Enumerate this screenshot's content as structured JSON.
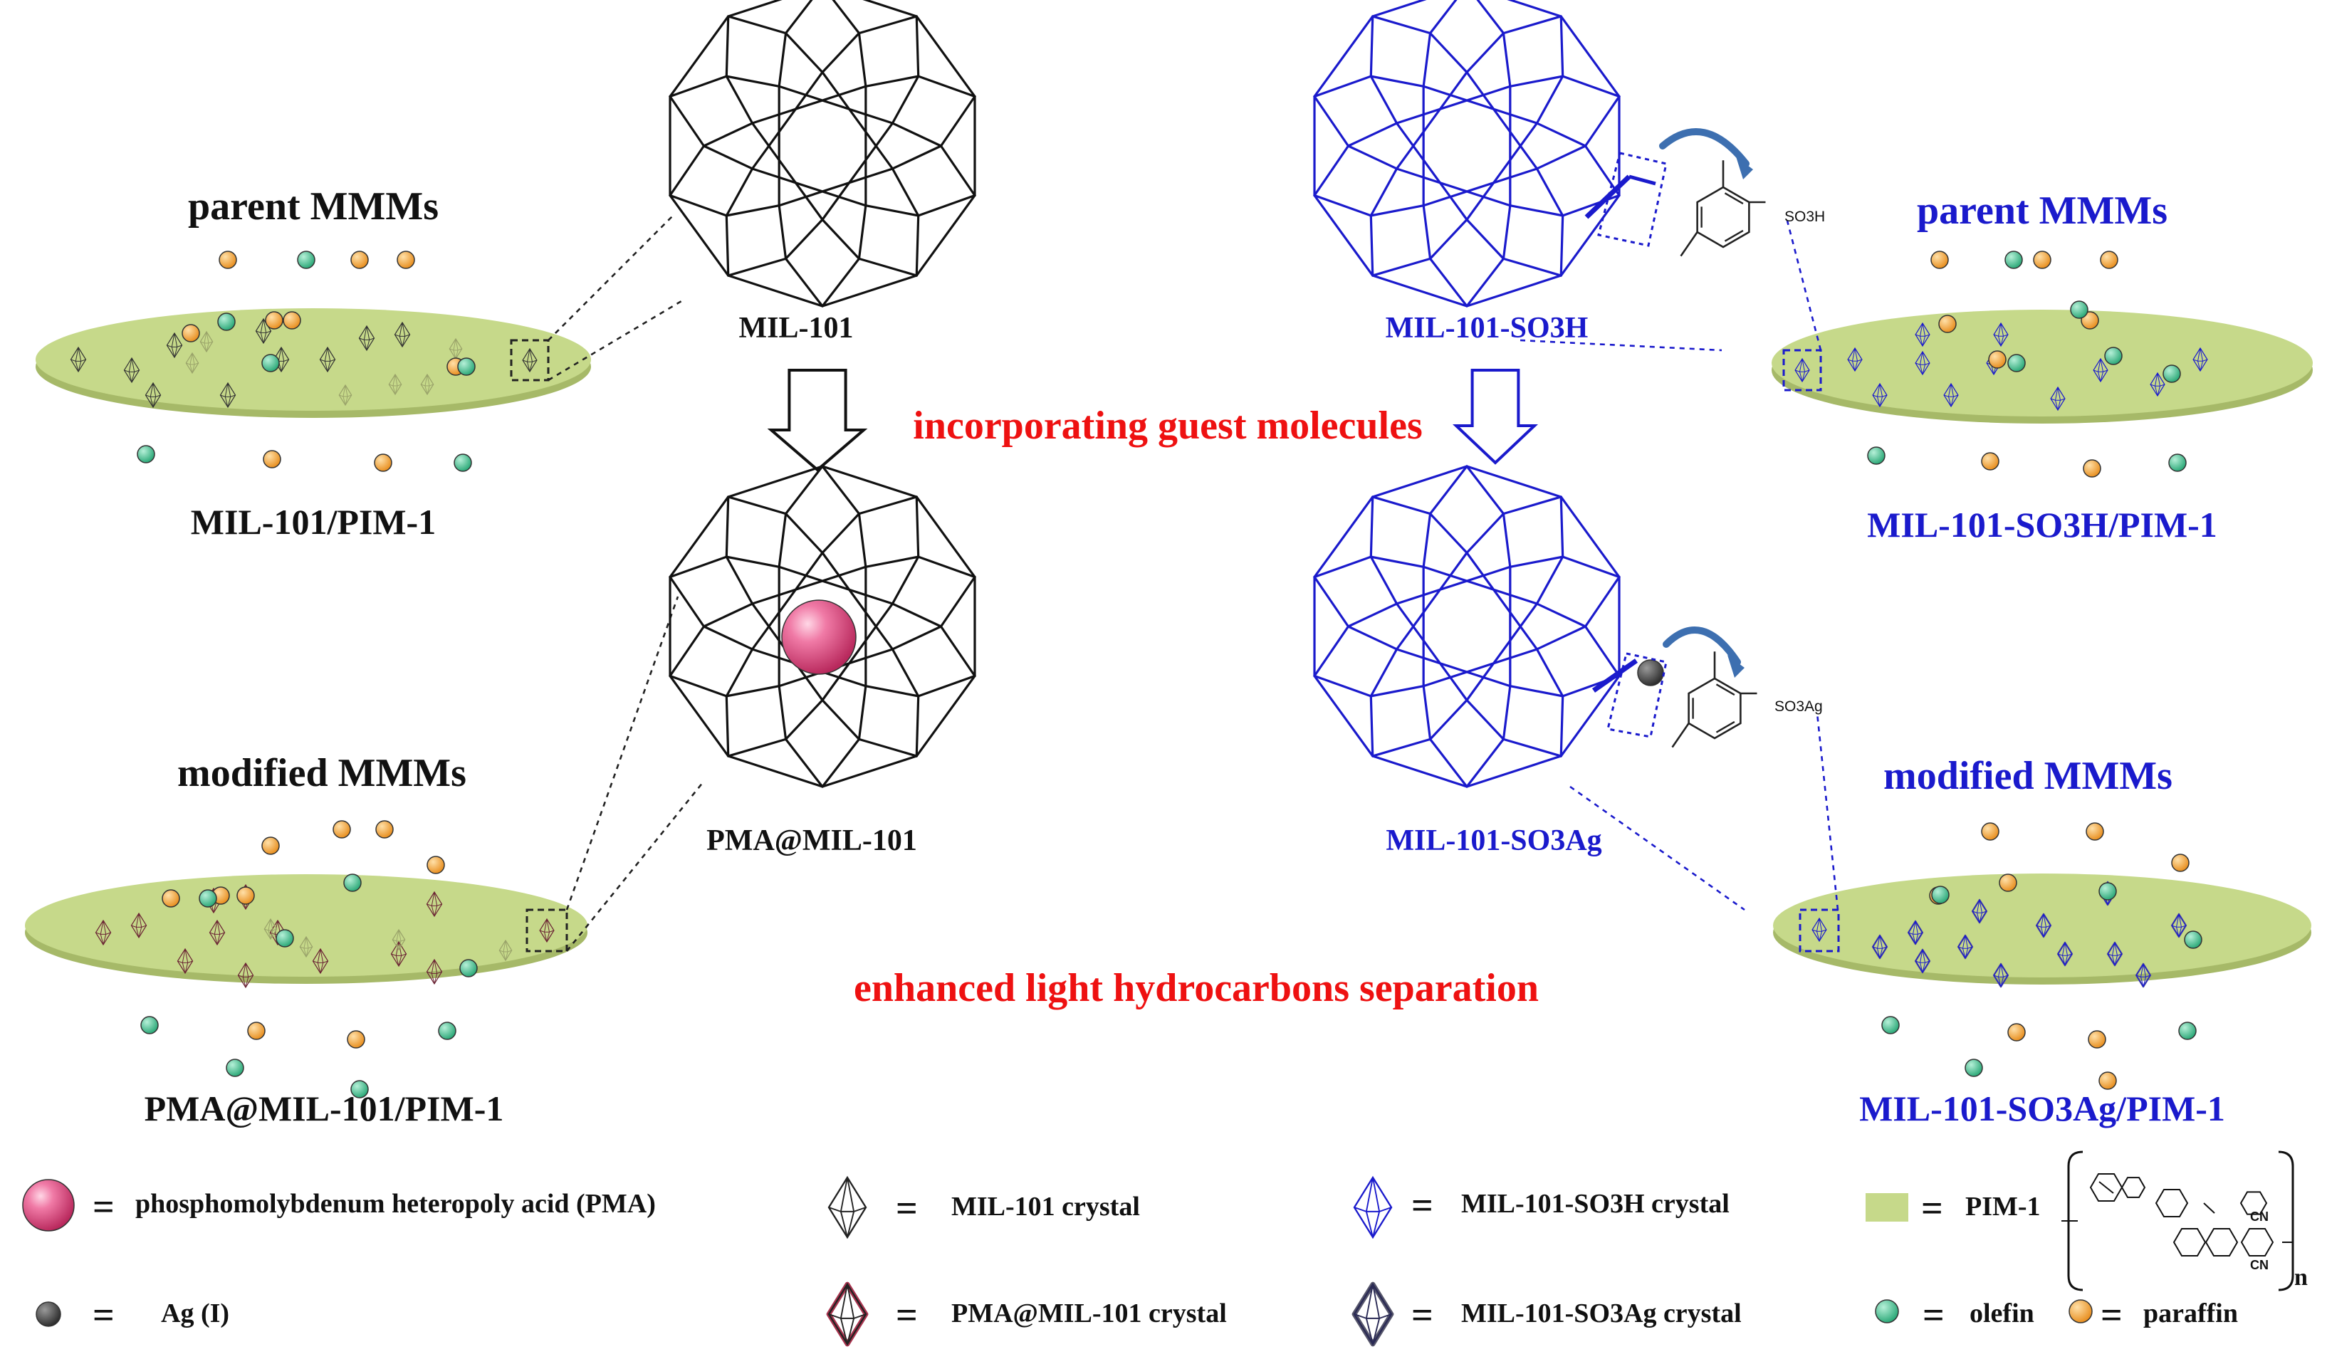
{
  "left": {
    "top_membrane": {
      "heading": "parent MMMs",
      "caption": "MIL-101/PIM-1"
    },
    "bottom_membrane": {
      "heading": "modified MMMs",
      "caption": "PMA@MIL-101/PIM-1"
    },
    "top_cage_label": "MIL-101",
    "bottom_cage_label": "PMA@MIL-101"
  },
  "right": {
    "top_membrane": {
      "heading": "parent MMMs",
      "caption": "MIL-101-SO3H/PIM-1"
    },
    "bottom_membrane": {
      "heading": "modified MMMs",
      "caption": "MIL-101-SO3Ag/PIM-1"
    },
    "top_cage_label": "MIL-101-SO3H",
    "bottom_cage_label": "MIL-101-SO3Ag",
    "top_group": "SO3H",
    "bottom_group": "SO3Ag"
  },
  "center": {
    "step_label": "incorporating guest molecules",
    "result_label": "enhanced light hydrocarbons separation"
  },
  "legend": {
    "equals": "=",
    "pma": "phosphomolybdenum heteropoly acid (PMA)",
    "ag": "Ag (I)",
    "mil_crystal": "MIL-101 crystal",
    "pma_crystal": "PMA@MIL-101 crystal",
    "so3h_crystal": "MIL-101-SO3H crystal",
    "so3ag_crystal": "MIL-101-SO3Ag crystal",
    "pim": "PIM-1",
    "olefin": "olefin",
    "paraffin": "paraffin",
    "pim_structure_cn": "CN",
    "pim_structure_n": "n"
  },
  "colors": {
    "membrane": "#c6d98a",
    "membrane_edge": "#a6b968",
    "olefin": "#3cbf8e",
    "paraffin": "#f5a33d",
    "pma_sphere": "#e9548a",
    "ag": "#555555",
    "blue_framework": "#1a1acc",
    "red_text": "#ee1111"
  }
}
